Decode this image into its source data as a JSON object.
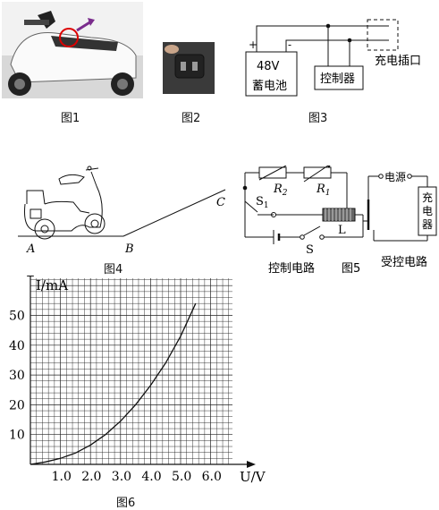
{
  "fig1": {
    "caption": "图1"
  },
  "fig2": {
    "caption": "图2"
  },
  "fig3": {
    "caption": "图3",
    "battery_voltage": "48V",
    "battery_name": "蓄电池",
    "controller": "控制器",
    "charge_port": "充电插口",
    "plus": "+",
    "minus": "-"
  },
  "fig4": {
    "caption": "图4",
    "point_a": "A",
    "point_b": "B",
    "point_c": "C"
  },
  "fig5": {
    "caption": "图5",
    "r2": "R",
    "r2_sub": "2",
    "r1": "R",
    "r1_sub": "1",
    "s1": "S",
    "s1_sub": "1",
    "s": "S",
    "coil": "L",
    "power": "电源",
    "charger": [
      "充",
      "电",
      "器"
    ],
    "control_circuit": "控制电路",
    "controlled_circuit": "受控电路"
  },
  "fig6": {
    "caption": "图6",
    "chart_data": {
      "type": "line",
      "ylabel": "I/mA",
      "xlabel": "U/V",
      "xlim": [
        0,
        7
      ],
      "ylim": [
        0,
        60
      ],
      "x_ticks": [
        "1.0",
        "2.0",
        "3.0",
        "4.0",
        "5.0",
        "6.0"
      ],
      "y_ticks": [
        "10",
        "20",
        "30",
        "40",
        "50"
      ],
      "grid": true,
      "series": [
        {
          "x": [
            0,
            0.5,
            1.0,
            1.5,
            2.0,
            2.5,
            3.0,
            3.5,
            4.0,
            4.5,
            5.0,
            5.5
          ],
          "y": [
            0,
            0.8,
            2.0,
            3.8,
            6.5,
            10.0,
            14.5,
            20.0,
            26.5,
            34.0,
            43.0,
            54.0
          ]
        }
      ]
    }
  }
}
